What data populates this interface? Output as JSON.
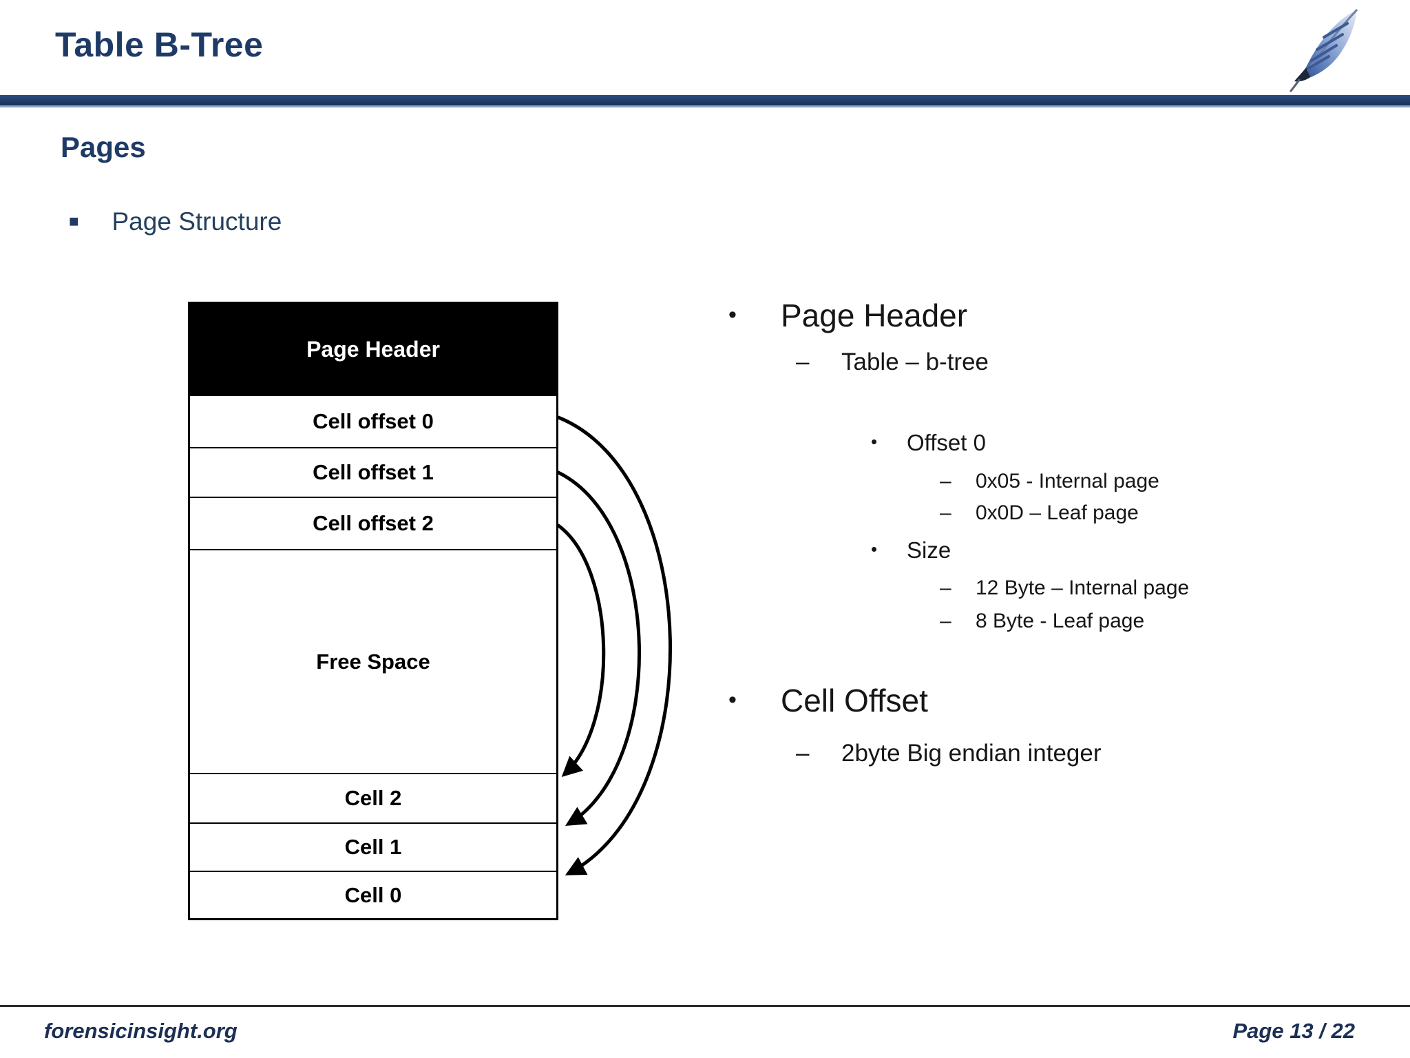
{
  "header": {
    "title": "Table B-Tree",
    "logo_icon": "feather-icon"
  },
  "section": {
    "heading": "Pages",
    "bullet_marker": "■",
    "bullet_text": "Page Structure"
  },
  "diagram": {
    "rows": [
      {
        "label": "Page Header"
      },
      {
        "label": "Cell offset 0"
      },
      {
        "label": "Cell offset 1"
      },
      {
        "label": "Cell offset 2"
      },
      {
        "label": "Free Space"
      },
      {
        "label": "Cell 2"
      },
      {
        "label": "Cell 1"
      },
      {
        "label": "Cell 0"
      }
    ],
    "arrows": [
      {
        "from": "Cell offset 0",
        "to": "Cell 0"
      },
      {
        "from": "Cell offset 1",
        "to": "Cell 1"
      },
      {
        "from": "Cell offset 2",
        "to": "Cell 2"
      }
    ]
  },
  "notes": [
    {
      "marker": "•",
      "text": "Page Header"
    },
    {
      "marker": "–",
      "text": "Table – b-tree"
    },
    {
      "marker": "•",
      "text": "Offset 0"
    },
    {
      "marker": "–",
      "text": "0x05 - Internal page"
    },
    {
      "marker": "–",
      "text": "0x0D – Leaf page"
    },
    {
      "marker": "•",
      "text": "Size"
    },
    {
      "marker": "–",
      "text": "12 Byte – Internal page"
    },
    {
      "marker": "–",
      "text": "8 Byte - Leaf page"
    },
    {
      "marker": "•",
      "text": "Cell Offset"
    },
    {
      "marker": "–",
      "text": "2byte Big endian integer"
    }
  ],
  "footer": {
    "site": "forensicinsight.org",
    "page_label": "Page 13 / 22"
  },
  "colors": {
    "navy": "#1e3a66",
    "bar_gradient_top": "#2d4d80",
    "bar_gradient_bottom": "#1a3058",
    "diagram_header_bg": "#000000",
    "text": "#161616"
  }
}
